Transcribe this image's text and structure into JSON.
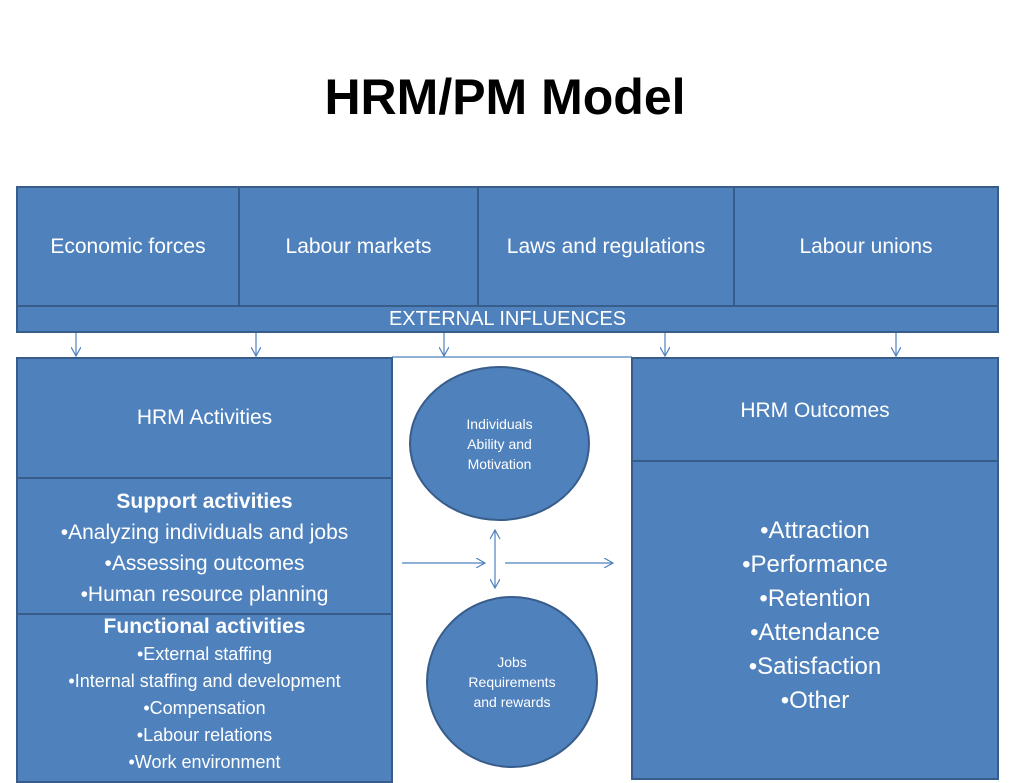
{
  "title": "HRM/PM Model",
  "external": {
    "items": [
      "Economic forces",
      "Labour markets",
      "Laws and regulations",
      "Labour unions"
    ],
    "label": "EXTERNAL INFLUENCES"
  },
  "activities": {
    "header": "HRM Activities",
    "support": {
      "heading": "Support activities",
      "items": [
        "•Analyzing individuals and jobs",
        "•Assessing outcomes",
        "•Human resource planning"
      ]
    },
    "functional": {
      "heading": "Functional activities",
      "items": [
        "•External staffing",
        "•Internal staffing and development",
        "•Compensation",
        "•Labour relations",
        "•Work environment"
      ]
    }
  },
  "individuals": {
    "lines": [
      "Individuals",
      "Ability and",
      "Motivation"
    ]
  },
  "jobs": {
    "lines": [
      "Jobs",
      "Requirements",
      "and rewards"
    ]
  },
  "outcomes": {
    "header": "HRM Outcomes",
    "items": [
      "•Attraction",
      "•Performance",
      "•Retention",
      "•Attendance",
      "•Satisfaction",
      "•Other"
    ]
  },
  "colors": {
    "box_fill": "#4f81bd",
    "box_border": "#385d8a",
    "connector": "#4f81bd"
  }
}
